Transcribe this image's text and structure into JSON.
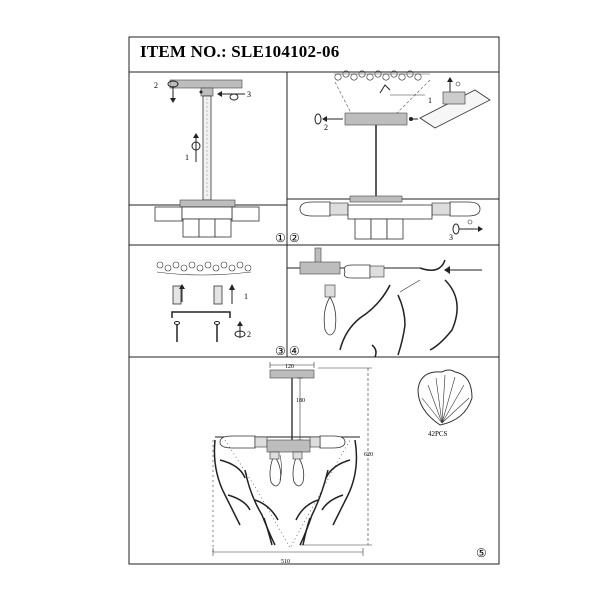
{
  "title": "ITEM NO.: SLE104102-06",
  "steps": {
    "s1": "①",
    "s2": "②",
    "s3": "③",
    "s4": "④",
    "s5": "⑤"
  },
  "arrow_labels": {
    "p1_a": "2",
    "p1_b": "3",
    "p1_c": "1",
    "p2_a": "2",
    "p2_b": "1",
    "p2_c": "3",
    "p3_a": "1",
    "p3_b": "2"
  },
  "dimensions": {
    "canopy_width": "120",
    "rod_length": "180",
    "total_height": "620",
    "total_width": "510"
  },
  "parts": {
    "shell_count": "42PCS"
  }
}
